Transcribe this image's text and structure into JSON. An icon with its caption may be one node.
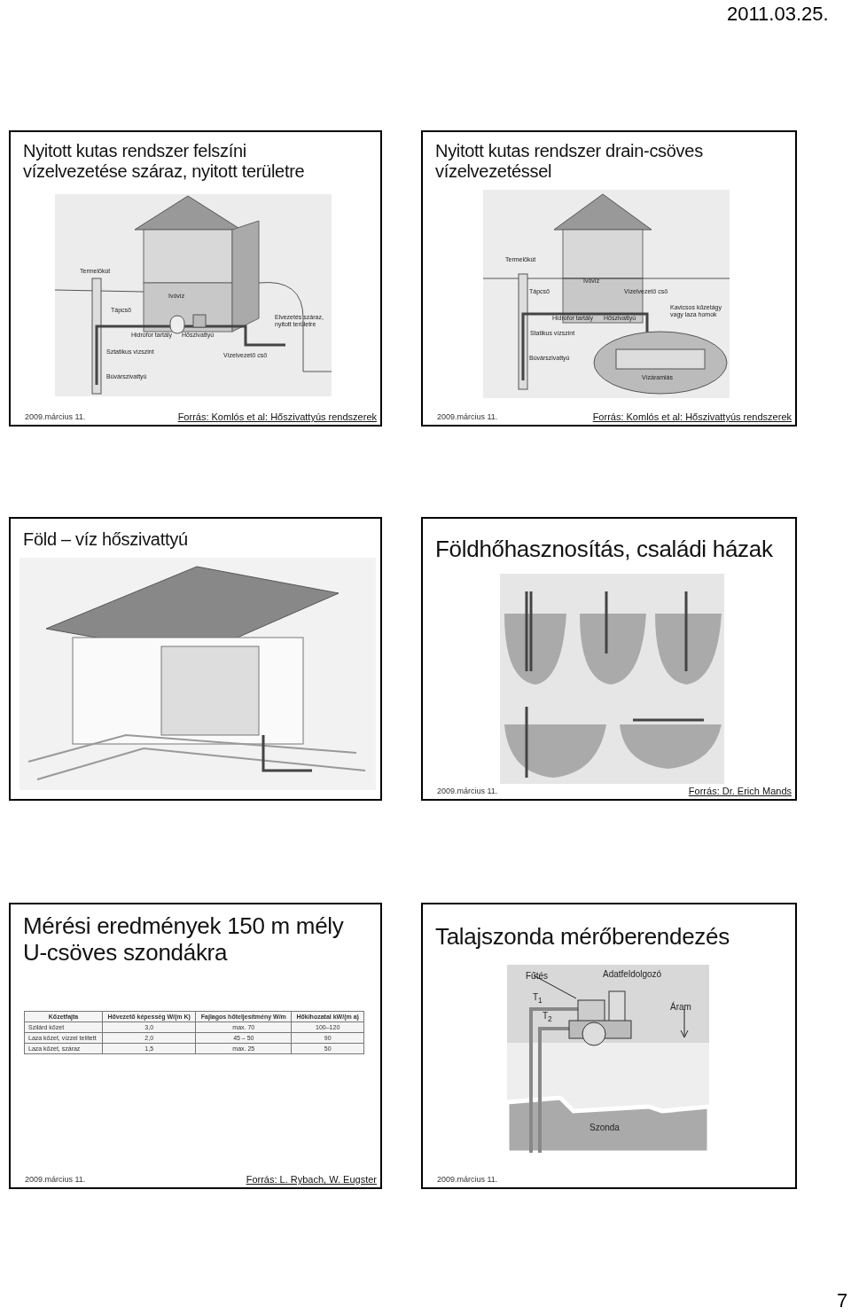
{
  "diagram": {
    "nodes": [
      {
        "text": [
          "Nyitott kutas rendszer felszíni vízelvezetése száraz, nyitott területre",
          "2009.március 11.",
          "Forrás: Komlós et al: Hőszivattyús rendszerek"
        ]
      },
      {
        "text": [
          "Nyitott kutas rendszer drain-csöves vízelvezetéssel",
          "2009.március 11.",
          "Forrás: Komlós et al: Hőszivattyús rendszerek"
        ]
      },
      {
        "text": [
          "Föld – víz hőszivattyú"
        ]
      },
      {
        "text": [
          "Földhőhasznosítás, családi házak",
          "2009.március 11.",
          "Forrás: Dr. Erich Mands"
        ]
      },
      {
        "text": [
          "Mérési eredmények 150 m mély U-csöves szondákra",
          "2009.március 11.",
          "Forrás: L. Rybach, W. Eugster"
        ]
      },
      {
        "text": [
          "Talajszonda mérőberendezés",
          "2009.március 11."
        ]
      }
    ],
    "labels": [
      "2011.03.25.",
      "Termelőkút",
      "Ivóvíz",
      "Tápcső",
      "Hidrofor tartály",
      "Hőszivattyú",
      "Elvezetés száraz, nyitott területre",
      "Vízelvezető cső",
      "Sztatikus vízszint",
      "Búvárszivattyú",
      "Termelőkút",
      "Ivóvíz",
      "Tápcső",
      "Vízelvezető cső",
      "Hidrofor tartály",
      "Hőszivattyú",
      "Kavicsos kőzetágy vagy laza homok",
      "Statikus vízszint",
      "Búvárszivattyú",
      "Vízáramlás",
      "Kőzetfajta",
      "Hővezető képesség W/(m K)",
      "Fajlagos hőteljesítmény W/m",
      "Hőkihozatal kW/(m a)",
      "Szilárd kőzet",
      "3,0",
      "max. 70",
      "100–120",
      "Laza kőzet, vízzel telített",
      "2,0",
      "45 – 50",
      "90",
      "Laza kőzet, száraz",
      "1,5",
      "max. 25",
      "50",
      "Fűtés",
      "Adatfeldolgozó",
      "T$_{1}$",
      "T$_{2}$",
      "Áram",
      "Szonda",
      "7"
    ]
  }
}
